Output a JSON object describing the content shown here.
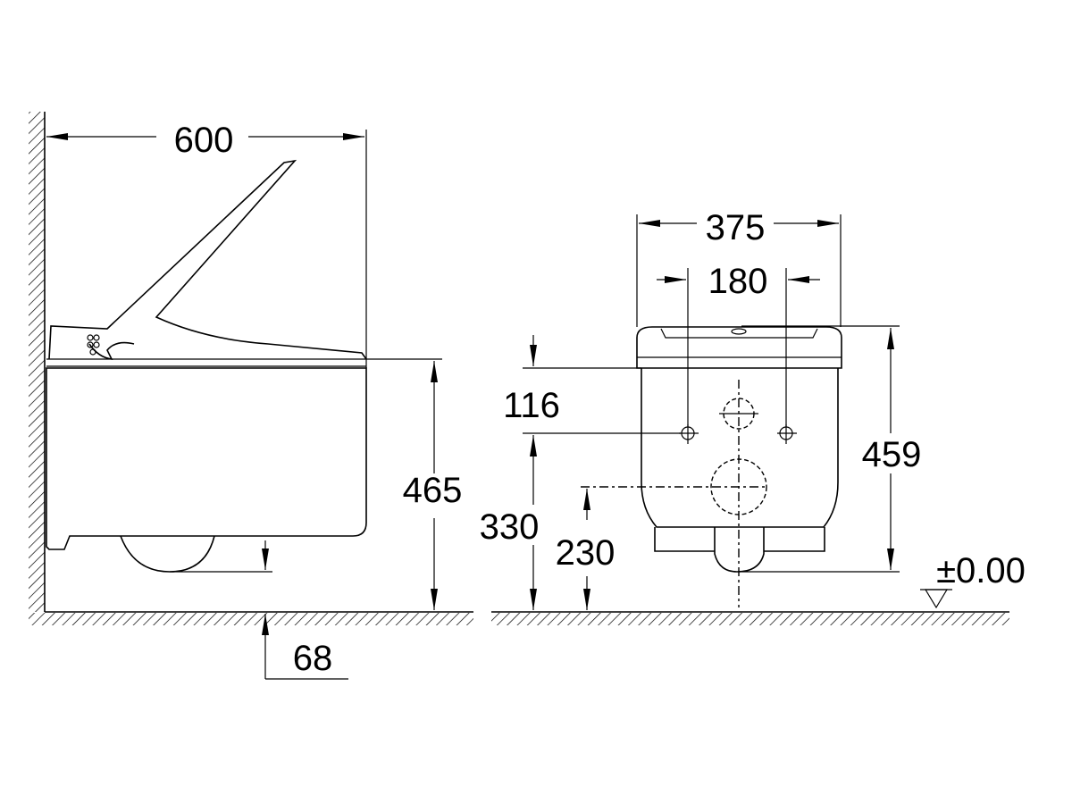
{
  "title": "Wall-hung shower toilet dimension drawing",
  "side_view": {
    "depth": "600",
    "seat_height": "465",
    "underside_clearance": "68"
  },
  "front_view": {
    "width": "375",
    "fixing_spacing": "180",
    "seat_to_fixing": "116",
    "total_height": "459",
    "fixing_height": "330",
    "outlet_height": "230",
    "floor_level": "±0.00"
  }
}
